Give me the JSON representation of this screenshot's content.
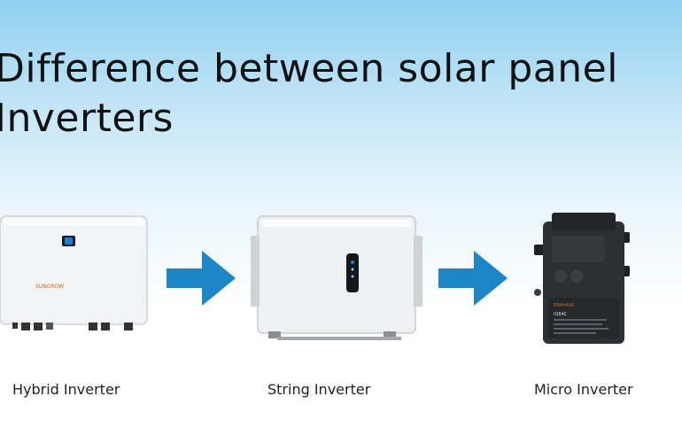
{
  "title": {
    "line1": "Difference between solar panel",
    "line2": "Inverters"
  },
  "products": [
    {
      "label": "Hybrid Inverter",
      "brand": "SUNGROW"
    },
    {
      "label": "String Inverter"
    },
    {
      "label": "Micro Inverter",
      "brand": "ENPHASE",
      "model": "IQ8AC"
    }
  ],
  "colors": {
    "arrow": "#1d86c9",
    "hybrid_screen": "#1f7fd0"
  }
}
